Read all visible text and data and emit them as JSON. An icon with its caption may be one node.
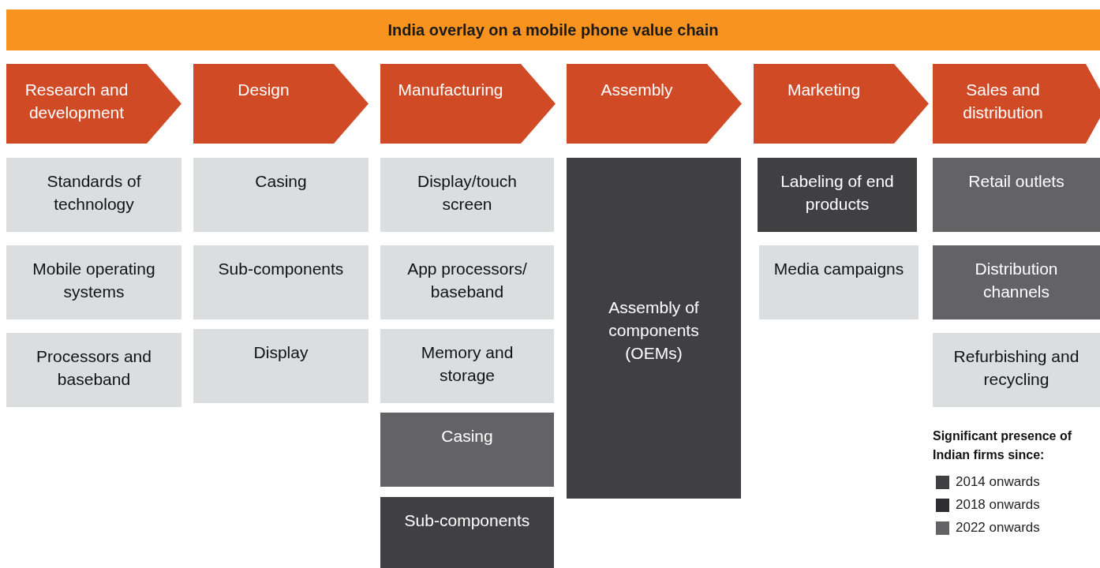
{
  "diagram": {
    "title": "India overlay on a mobile phone value chain",
    "nodes": [
      {
        "text": [
          "Research and development"
        ]
      },
      {
        "text": [
          "Design"
        ]
      },
      {
        "text": [
          "Manufacturing"
        ]
      },
      {
        "text": [
          "Assembly"
        ]
      },
      {
        "text": [
          "Marketing"
        ]
      },
      {
        "text": [
          "Sales and distribution"
        ]
      },
      {
        "text": [
          "Standards of technology"
        ]
      },
      {
        "text": [
          "Mobile operating systems"
        ]
      },
      {
        "text": [
          "Processors and baseband"
        ]
      },
      {
        "text": [
          "Casing"
        ]
      },
      {
        "text": [
          "Sub-components"
        ]
      },
      {
        "text": [
          "Display"
        ]
      },
      {
        "text": [
          "Display/touch screen"
        ]
      },
      {
        "text": [
          "App processors/ baseband"
        ]
      },
      {
        "text": [
          "Memory and storage"
        ]
      },
      {
        "text": [
          "Casing"
        ]
      },
      {
        "text": [
          "Sub-components"
        ]
      },
      {
        "text": [
          "Assembly of components (OEMs)"
        ]
      },
      {
        "text": [
          "Labeling of end products"
        ]
      },
      {
        "text": [
          "Media campaigns"
        ]
      },
      {
        "text": [
          "Retail outlets"
        ]
      },
      {
        "text": [
          "Distribution channels"
        ]
      },
      {
        "text": [
          "Refurbishing and recycling"
        ]
      }
    ],
    "labels": [
      "Significant presence of Indian firms since:"
    ],
    "legend": [
      {
        "text": "2014 onwards",
        "color": "#404042"
      },
      {
        "text": "2018 onwards",
        "color": "#2d2d2f"
      },
      {
        "text": "2022 onwards",
        "color": "#636365"
      }
    ]
  }
}
